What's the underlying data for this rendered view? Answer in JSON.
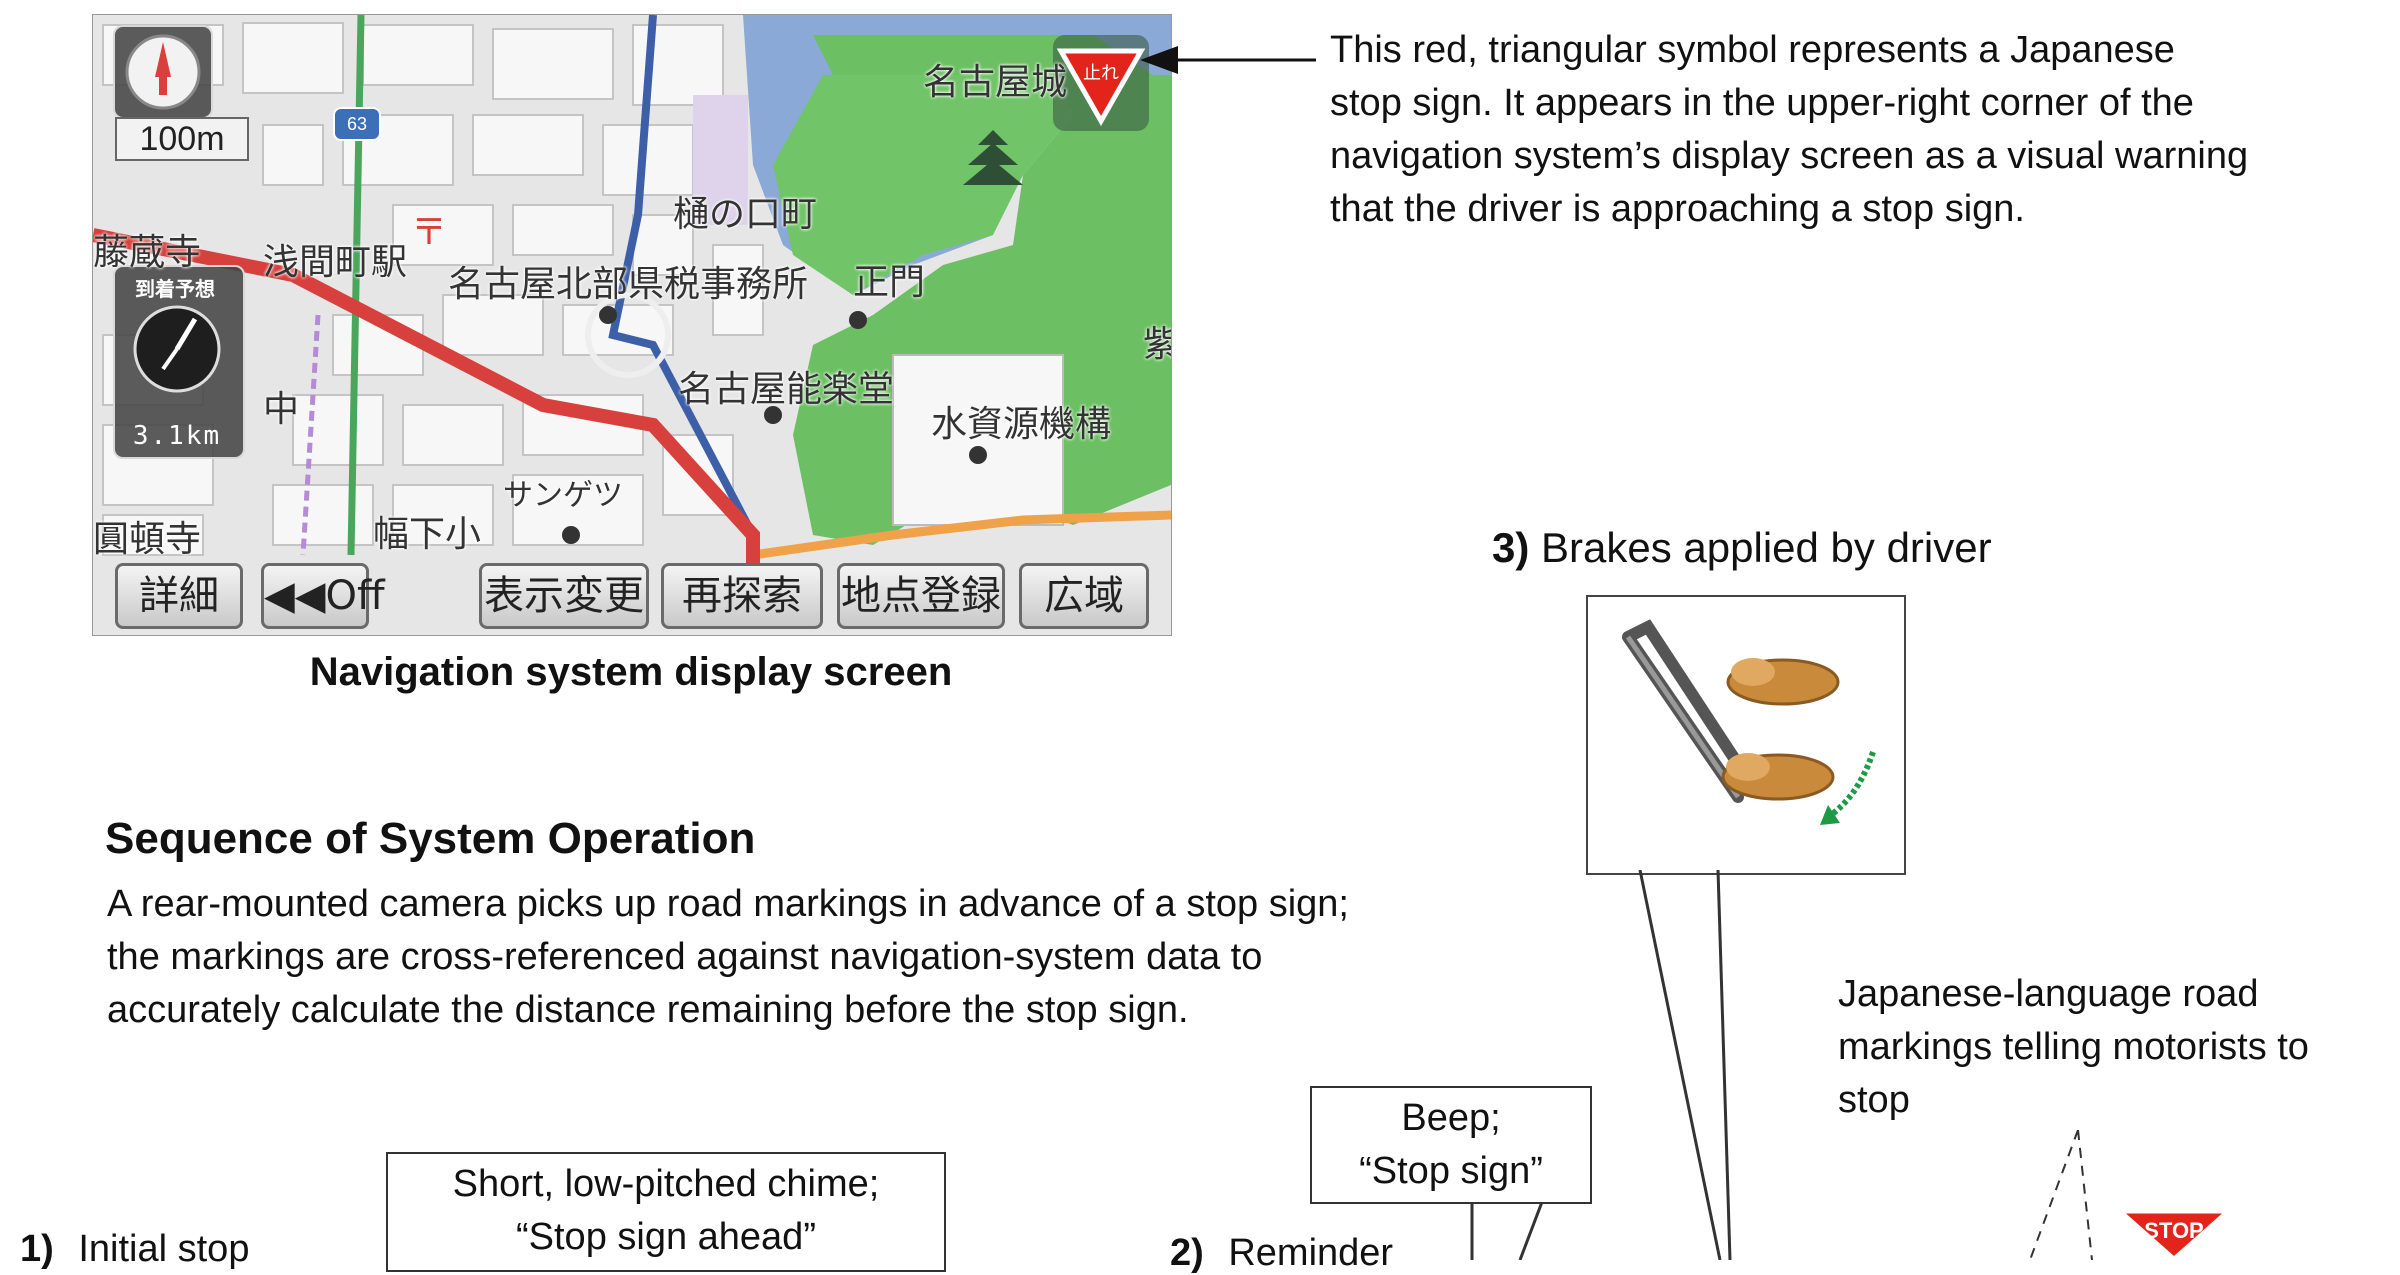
{
  "nav_screen": {
    "scale": "100m",
    "eta_label": "到着予想",
    "distance": "3.1km",
    "highway_shield": "63",
    "stop_sign_text": "止れ",
    "buttons": [
      "詳細",
      "◀◀Off",
      "表示変更",
      "再探索",
      "地点登録",
      "広域"
    ],
    "map_labels": [
      "名古屋城",
      "樋の口町",
      "浅間町駅",
      "名古屋北部県税事務所",
      "正門",
      "名古屋能楽堂",
      "水資源機構",
      "サンゲツ",
      "幅下小",
      "藤蔵寺",
      "圓頓寺",
      "中",
      "紫"
    ]
  },
  "nav_caption": "Navigation system display screen",
  "stop_symbol_note": "This red, triangular symbol represents a Japanese stop sign.    It appears in the upper-right corner of the navigation system’s display screen as a visual warning that the driver is approaching a stop sign.",
  "sequence": {
    "title": "Sequence of System Operation",
    "description": "A rear-mounted camera picks up road markings in advance of a stop sign; the markings are cross-referenced against navigation-system data to accurately calculate the distance remaining before the stop sign."
  },
  "steps": {
    "step3_number": "3)",
    "step3_label": "Brakes applied by driver",
    "step1_number": "1)",
    "step1_label": "Initial stop",
    "step2_number": "2)",
    "step2_label": "Reminder"
  },
  "callouts": {
    "beep_line1": "Beep;",
    "beep_line2": "“Stop sign”",
    "chime_line1": "Short, low-pitched chime;",
    "chime_line2": "“Stop sign ahead”",
    "road_markings": "Japanese-language road markings telling motorists to stop",
    "stop_sign": "STOP"
  },
  "colors": {
    "route_red": "#d7403c",
    "route_blue": "#3d5fa8",
    "park_green": "#6cc063",
    "water_blue": "#8aa9d6",
    "stop_red": "#e2241a",
    "arrow_green": "#1c9a44"
  }
}
